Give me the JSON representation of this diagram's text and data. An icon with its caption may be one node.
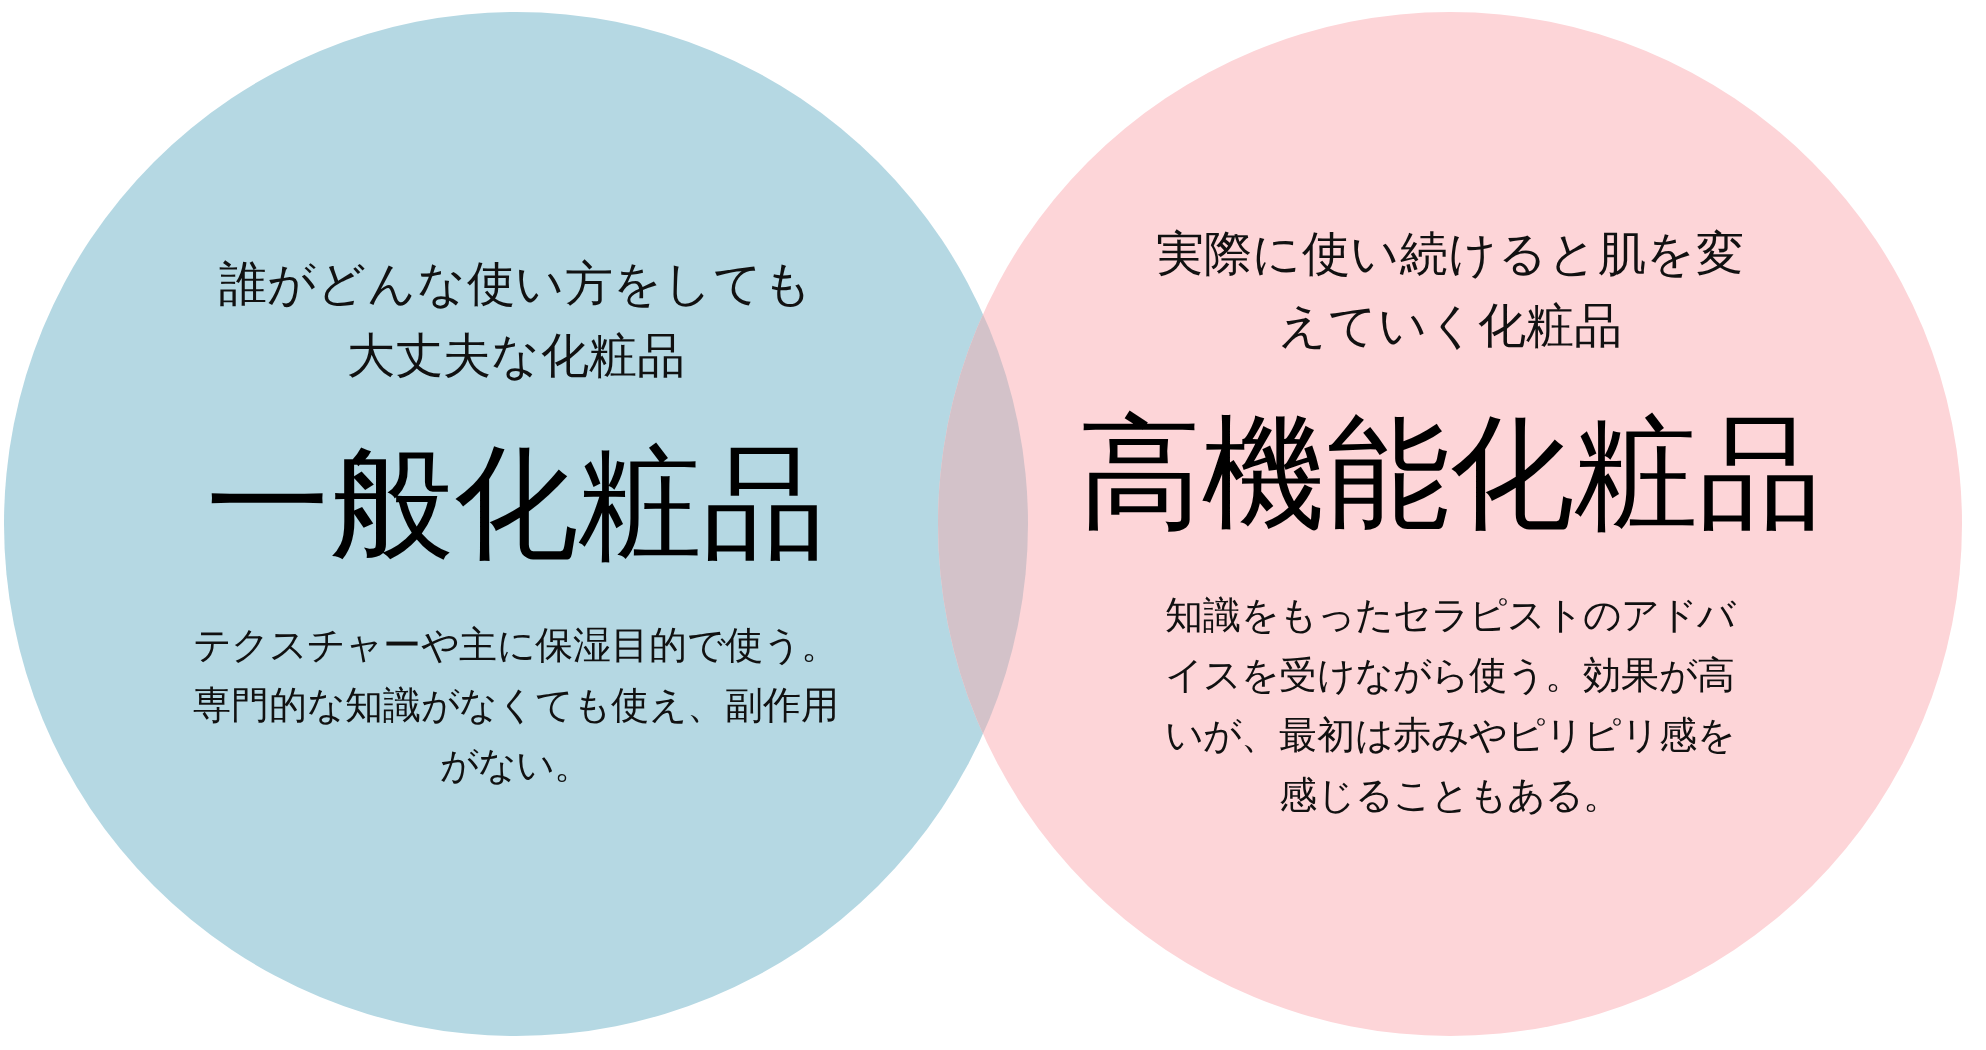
{
  "diagram": {
    "nodes": [
      {
        "text": [
          "誰がどんな使い方をしても大丈夫な化粧品",
          "一般化粧品",
          "テクスチャーや主に保湿目的で使う。専門的な知識がなくても使え、副作用がない。"
        ]
      },
      {
        "text": [
          "実際に使い続けると肌を変えていく化粧品",
          "高機能化粧品",
          "知識をもったセラピストのアドバイスを受けながら使う。効果が高いが、最初は赤みやピリピリ感を感じることもある。"
        ]
      }
    ]
  }
}
